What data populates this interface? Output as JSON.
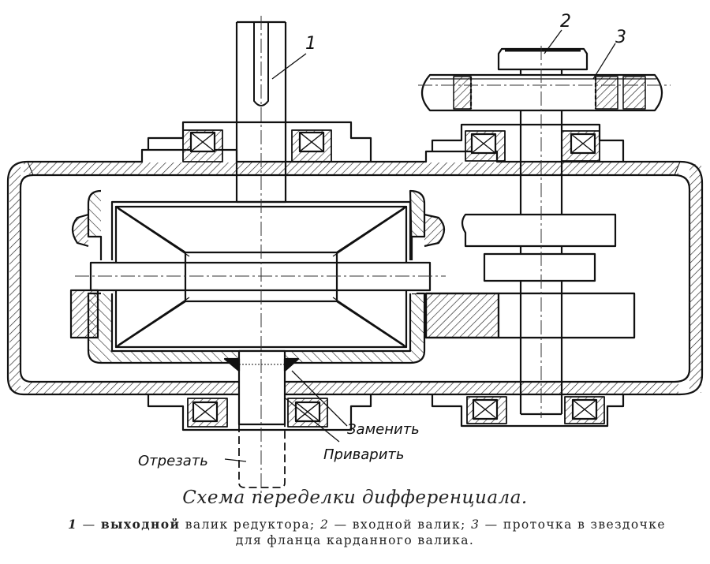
{
  "labels": {
    "part_1": "1",
    "part_2": "2",
    "part_3": "3",
    "replace": "Заменить",
    "weld": "Приварить",
    "cut": "Отрезать"
  },
  "caption": "Схема переделки дифференциала.",
  "legend": {
    "item1_num": "1",
    "item1_dash": " — ",
    "item1_bold": "выходной",
    "item1_text": " валик редуктора; ",
    "item2_num": "2",
    "item2_text": " — входной валик; ",
    "item3_num": "3",
    "item3_text": " — проточка в звездочке",
    "line2": "для фланца карданного валика."
  }
}
